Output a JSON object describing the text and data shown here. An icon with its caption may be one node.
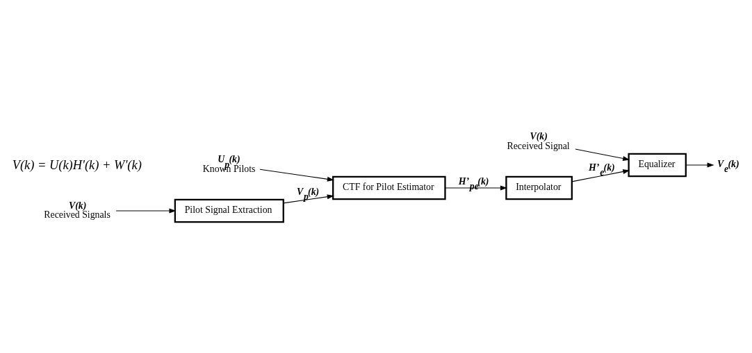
{
  "diagram": {
    "nodes": [
      {
        "text": [
          "Pilot Signal Extraction"
        ]
      },
      {
        "text": [
          "CTF for Pilot Estimator"
        ]
      },
      {
        "text": [
          "Interpolator"
        ]
      },
      {
        "text": [
          "Equalizer"
        ]
      },
      {
        "text": [
          "V(k)",
          "Received Signals"
        ]
      },
      {
        "text": [
          "U$_{p}$(k)",
          "Known Pilots"
        ]
      },
      {
        "text": [
          "V(k)",
          "Received Signal"
        ]
      },
      {
        "text": [
          "V$_{e}$(k)"
        ]
      }
    ],
    "edges": [
      {
        "from": 4,
        "to": 0,
        "arrow": "to"
      },
      {
        "from": 0,
        "to": 1,
        "arrow": "to",
        "label": "V$_{p}$(k)"
      },
      {
        "from": 1,
        "to": 2,
        "arrow": "to",
        "label": "H’$_{pe}$(k)"
      },
      {
        "from": 5,
        "to": 1,
        "arrow": "to"
      },
      {
        "from": 2,
        "to": 3,
        "arrow": "to",
        "label": "H’$_{e}$(k)"
      },
      {
        "from": 3,
        "to": 7,
        "arrow": "to"
      },
      {
        "from": 6,
        "to": 3,
        "arrow": "to"
      }
    ],
    "labels": [
      "V(k) = U(k)H'(k) + W'(k)"
    ]
  }
}
